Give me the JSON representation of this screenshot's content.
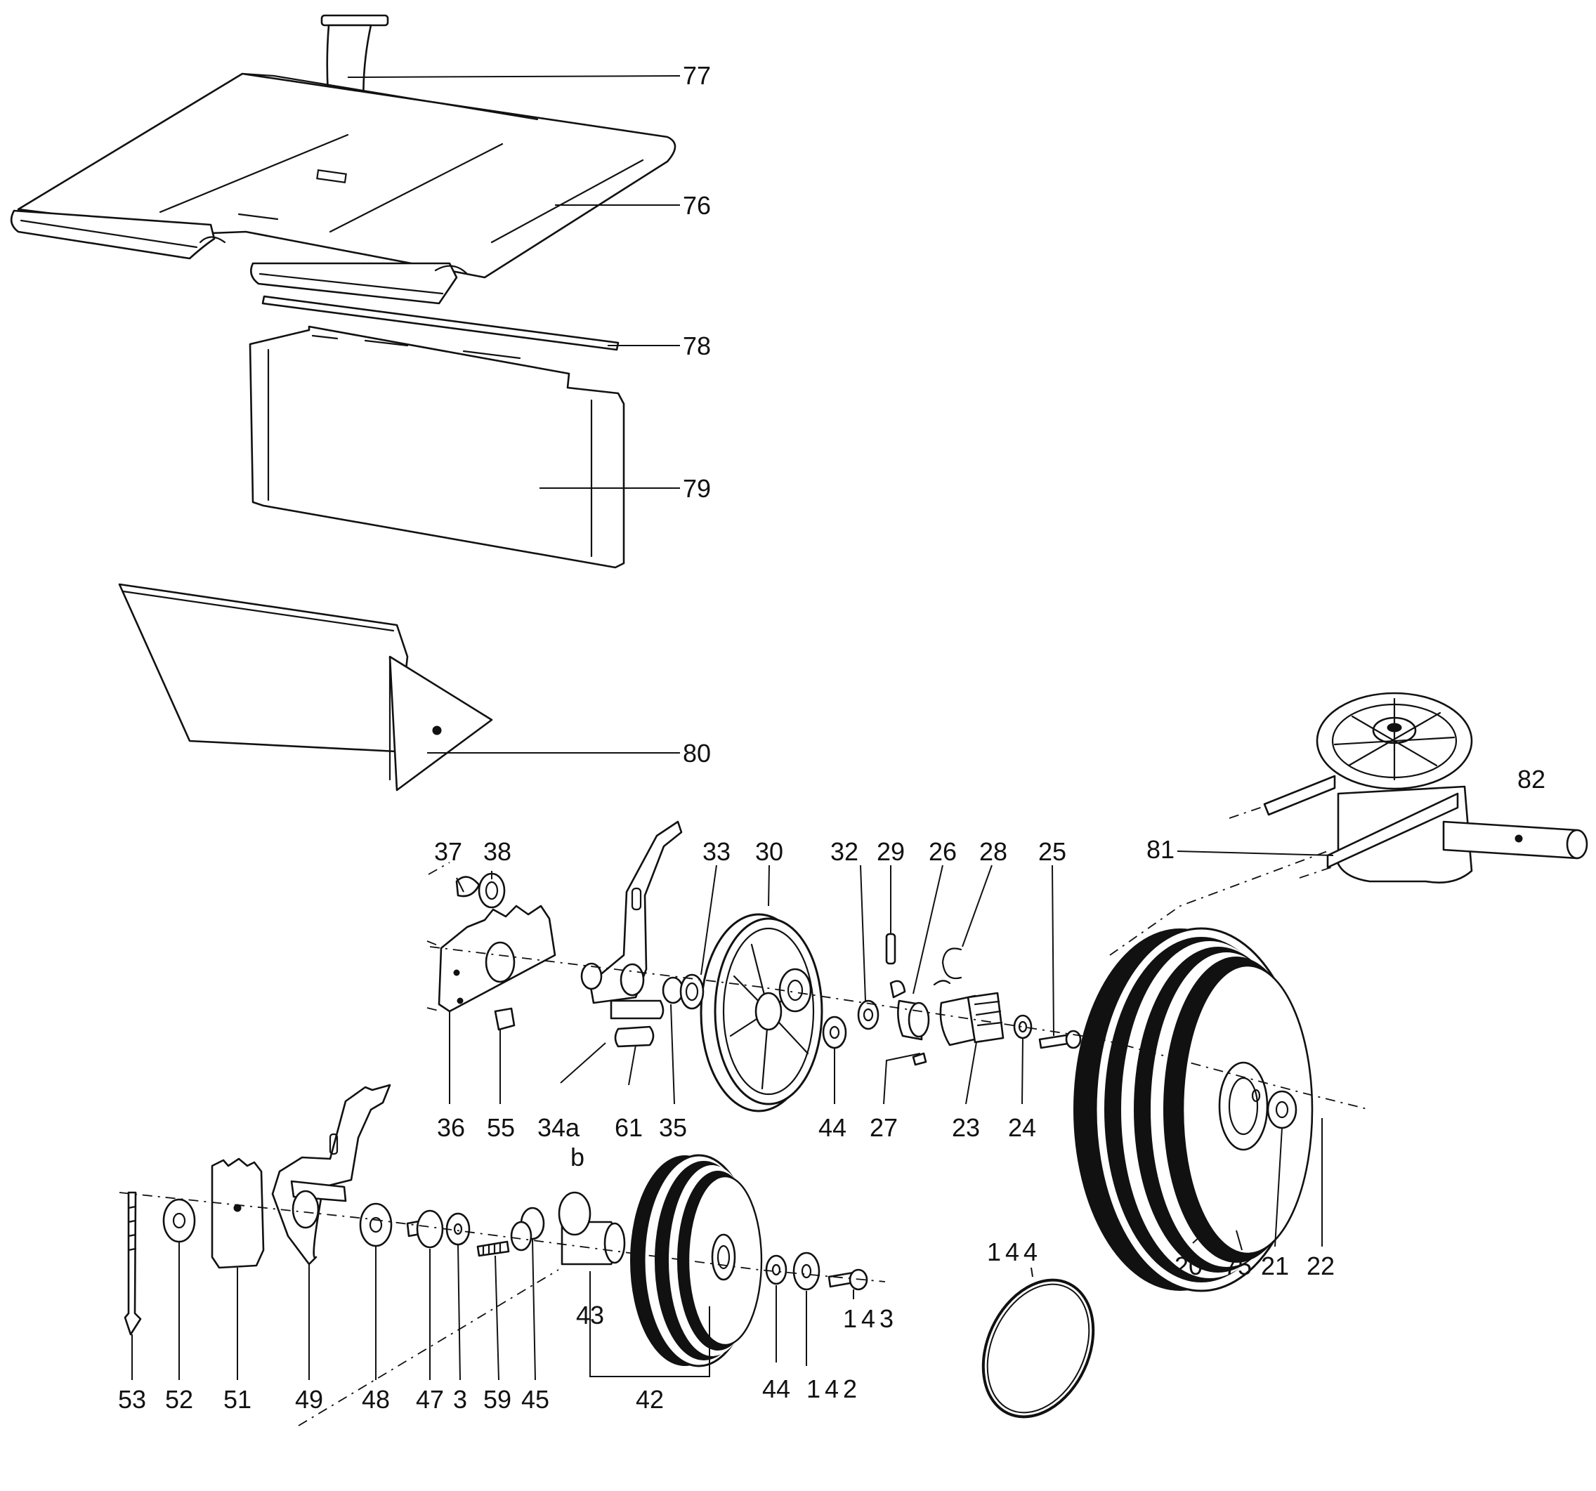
{
  "labels": {
    "p77": "77",
    "p76": "76",
    "p78": "78",
    "p79": "79",
    "p80": "80",
    "p82": "82",
    "p81": "81",
    "p37": "37",
    "p38": "38",
    "p33": "33",
    "p30": "30",
    "p32": "32",
    "p29": "29",
    "p26": "26",
    "p28": "28",
    "p25": "25",
    "p36": "36",
    "p55": "55",
    "p34a": "34a",
    "p34b": "b",
    "p61": "61",
    "p35": "35",
    "p44a": "44",
    "p27": "27",
    "p23": "23",
    "p24": "24",
    "p20": "20",
    "p75": "75",
    "p21": "21",
    "p22": "22",
    "p144": "144",
    "p143": "143",
    "p53": "53",
    "p52": "52",
    "p51": "51",
    "p49": "49",
    "p48": "48",
    "p47": "47",
    "p3": "3",
    "p59": "59",
    "p45": "45",
    "p43": "43",
    "p42": "42",
    "p44b": "44",
    "p142": "142"
  }
}
